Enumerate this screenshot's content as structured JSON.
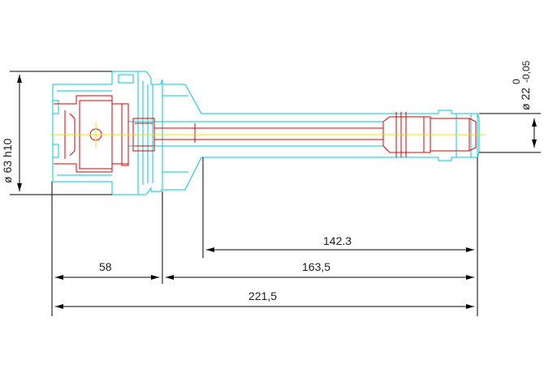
{
  "diagram": {
    "dimensions": {
      "diameter_63": "ø 63 h10",
      "diameter_22": "ø 22",
      "tol_upper": "0",
      "tol_lower": "-0,05",
      "len_142_3": "142.3",
      "len_58": "58",
      "len_163_5": "163,5",
      "len_221_5": "221,5"
    },
    "colors": {
      "outline": "#00c8d8",
      "inner": "#e00000",
      "centerline": "#f0e000",
      "dimension": "#000000",
      "text": "#202020"
    }
  }
}
